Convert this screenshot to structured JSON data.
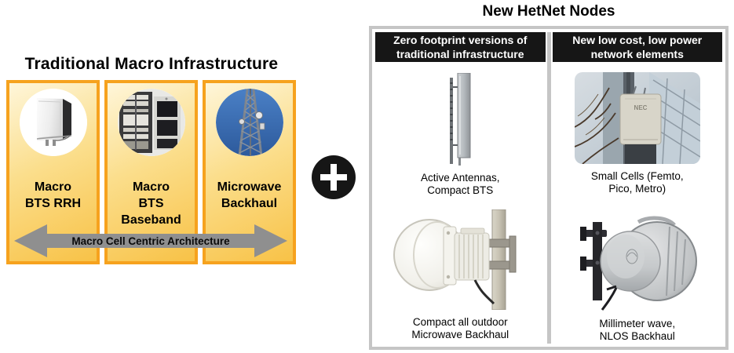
{
  "left_section": {
    "title": "Traditional Macro Infrastructure",
    "panels": [
      {
        "label_lines": [
          "Macro",
          "BTS RRH"
        ],
        "image": "rrh-antenna-photo"
      },
      {
        "label_lines": [
          "Macro",
          "BTS Baseband"
        ],
        "image": "baseband-rack-photo"
      },
      {
        "label_lines": [
          "Microwave",
          "Backhaul"
        ],
        "image": "microwave-tower-photo"
      }
    ],
    "arrow_label": "Macro Cell Centric Architecture"
  },
  "right_section": {
    "title": "New HetNet Nodes",
    "columns": [
      {
        "header_lines": [
          "Zero footprint versions of",
          "traditional infrastructure"
        ],
        "items": [
          {
            "caption_lines": [
              "Active Antennas,",
              "Compact BTS"
            ],
            "image": "active-antenna-photo"
          },
          {
            "caption_lines": [
              "Compact all outdoor",
              "Microwave Backhaul"
            ],
            "image": "compact-microwave-photo"
          }
        ]
      },
      {
        "header_lines": [
          "New low cost, low power",
          "network elements"
        ],
        "items": [
          {
            "caption_lines": [
              "Small Cells (Femto,",
              "Pico, Metro)"
            ],
            "image": "small-cell-photo",
            "box_label": "NEC"
          },
          {
            "caption_lines": [
              "Millimeter wave,",
              "NLOS Backhaul"
            ],
            "image": "mmwave-photo"
          }
        ]
      }
    ]
  },
  "colors": {
    "panel_border_orange": "#F6A21E",
    "panel_gradient_light": "#FEF6DA",
    "panel_gradient_dark": "#F8C247",
    "arrow_gray": "#8F8F8F",
    "header_black": "#161616",
    "container_border_gray": "#C5C5C5",
    "sky_blue": "#3F72B4",
    "text_black": "#000000",
    "header_text_white": "#FFFFFF"
  }
}
